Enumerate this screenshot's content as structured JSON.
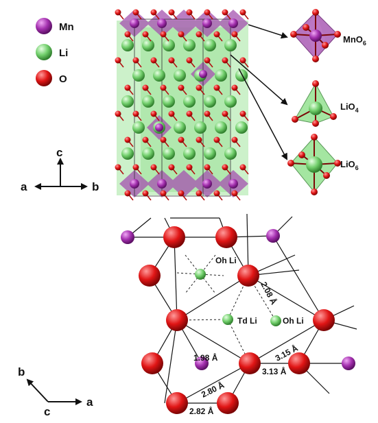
{
  "legend": {
    "mn": {
      "label": "Mn",
      "color": "#b23ab8"
    },
    "li": {
      "label": "Li",
      "color": "#7fd67a"
    },
    "o": {
      "label": "O",
      "color": "#e41d1d"
    }
  },
  "top_axes": {
    "vertical": "c",
    "left": "a",
    "right": "b"
  },
  "polyhedra": {
    "mno6": {
      "base": "MnO",
      "sub": "6"
    },
    "lio4": {
      "base": "LiO",
      "sub": "4"
    },
    "lio6": {
      "base": "LiO",
      "sub": "6"
    }
  },
  "bottom_axes": {
    "vertical": "b",
    "right": "a",
    "origin": "c"
  },
  "sites": {
    "oh_li_top": "Oh Li",
    "td_li": "Td Li",
    "oh_li_right": "Oh Li"
  },
  "distances": {
    "d208": "2.08 Å",
    "d198": "1.98 Å",
    "d315": "3.15 Å",
    "d313": "3.13 Å",
    "d280": "2.80 Å",
    "d282": "2.82 Å"
  },
  "colors": {
    "mn": "#9a2fa6",
    "li": "#6fd46a",
    "o": "#e01515",
    "li_poly": "#8ee08a",
    "mn_poly": "#a552b0"
  }
}
